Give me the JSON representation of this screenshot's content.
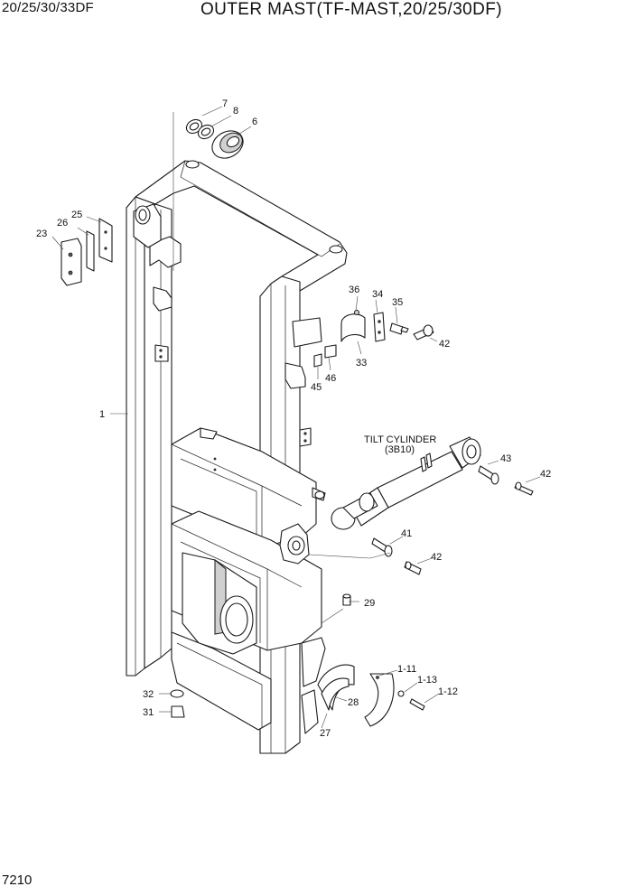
{
  "header": {
    "model": "20/25/30/33DF",
    "title": "OUTER MAST(TF-MAST,20/25/30DF)"
  },
  "footer": {
    "page": "7210"
  },
  "callouts": {
    "c1": "1",
    "c6": "6",
    "c7": "7",
    "c8": "8",
    "c23": "23",
    "c25": "25",
    "c26": "26",
    "c27": "27",
    "c28": "28",
    "c29": "29",
    "c31": "31",
    "c32": "32",
    "c33": "33",
    "c34": "34",
    "c35": "35",
    "c36": "36",
    "c41": "41",
    "c42a": "42",
    "c42b": "42",
    "c42c": "42",
    "c43": "43",
    "c45": "45",
    "c46": "46",
    "c1_11": "1-11",
    "c1_12": "1-12",
    "c1_13": "1-13"
  },
  "tilt_cylinder": {
    "name": "TILT CYLINDER",
    "ref": "(3B10)"
  }
}
